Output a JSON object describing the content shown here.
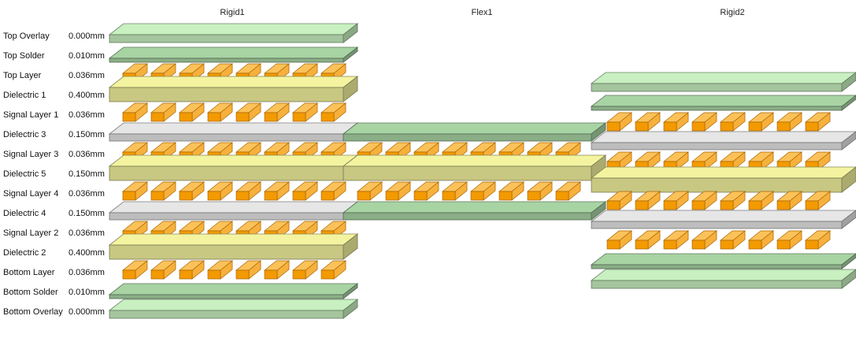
{
  "regions": [
    {
      "name": "Rigid1"
    },
    {
      "name": "Flex1"
    },
    {
      "name": "Rigid2"
    }
  ],
  "layers": [
    {
      "name": "Top Overlay",
      "thickness": "0.000mm",
      "kind": "overlay"
    },
    {
      "name": "Top Solder",
      "thickness": "0.010mm",
      "kind": "solder"
    },
    {
      "name": "Top Layer",
      "thickness": "0.036mm",
      "kind": "signal"
    },
    {
      "name": "Dielectric 1",
      "thickness": "0.400mm",
      "kind": "dielectric-core"
    },
    {
      "name": "Signal Layer 1",
      "thickness": "0.036mm",
      "kind": "signal"
    },
    {
      "name": "Dielectric 3",
      "thickness": "0.150mm",
      "kind": "dielectric-prepreg"
    },
    {
      "name": "Signal Layer 3",
      "thickness": "0.036mm",
      "kind": "signal"
    },
    {
      "name": "Dielectric 5",
      "thickness": "0.150mm",
      "kind": "dielectric-core"
    },
    {
      "name": "Signal Layer 4",
      "thickness": "0.036mm",
      "kind": "signal"
    },
    {
      "name": "Dielectric 4",
      "thickness": "0.150mm",
      "kind": "dielectric-prepreg"
    },
    {
      "name": "Signal Layer 2",
      "thickness": "0.036mm",
      "kind": "signal"
    },
    {
      "name": "Dielectric 2",
      "thickness": "0.400mm",
      "kind": "dielectric-core"
    },
    {
      "name": "Bottom Layer",
      "thickness": "0.036mm",
      "kind": "signal"
    },
    {
      "name": "Bottom Solder",
      "thickness": "0.010mm",
      "kind": "solder"
    },
    {
      "name": "Bottom Overlay",
      "thickness": "0.000mm",
      "kind": "overlay"
    }
  ],
  "colors": {
    "overlay": "#c8f0c0",
    "solder": "#a8d4a4",
    "dielectric-core": "#f4f4a0",
    "dielectric-prepreg": "#e6e6e6",
    "copper": "#f39a00"
  }
}
